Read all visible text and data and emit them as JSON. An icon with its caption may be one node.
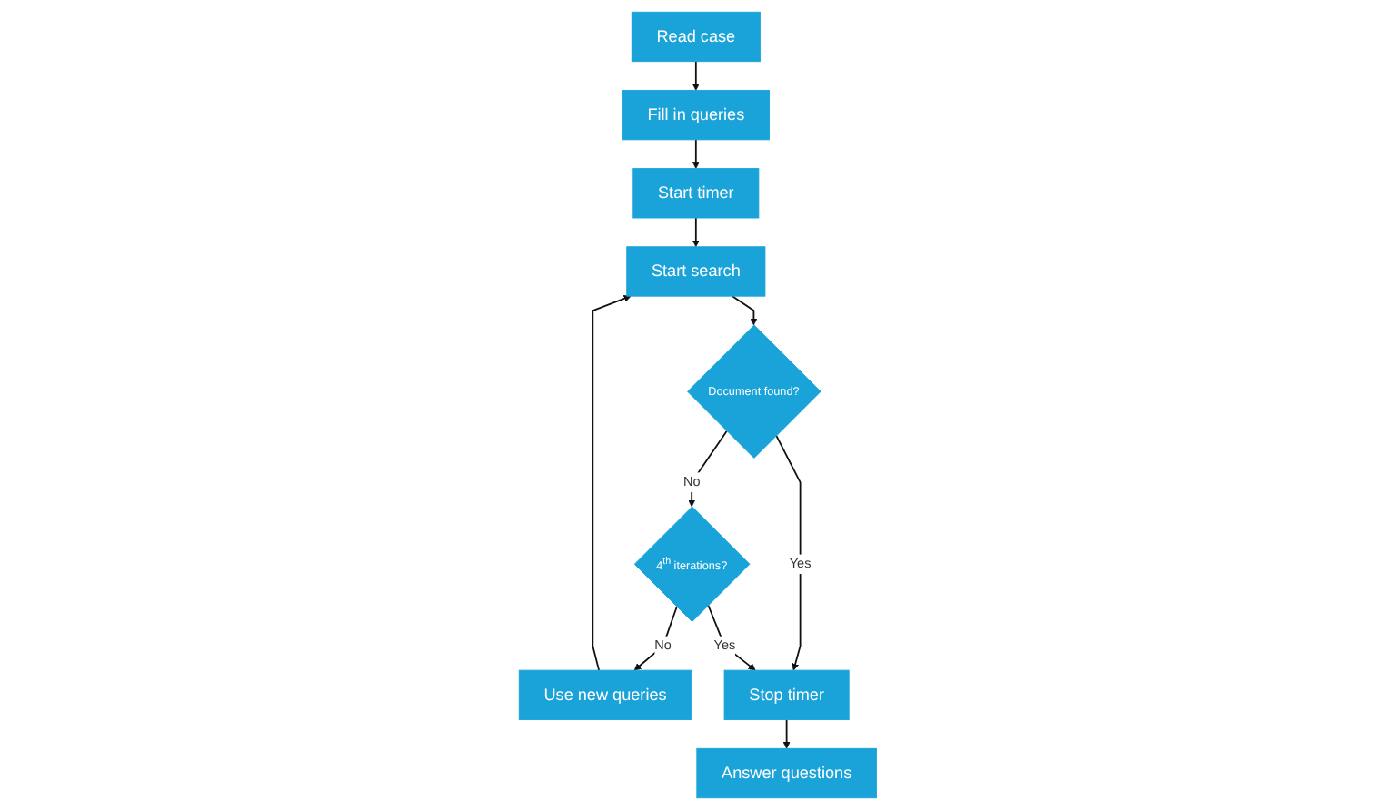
{
  "diagram": {
    "nodes": [
      {
        "text": [
          "Read case"
        ]
      },
      {
        "text": [
          "Fill in queries"
        ]
      },
      {
        "text": [
          "Start timer"
        ]
      },
      {
        "text": [
          "Start search"
        ]
      },
      {
        "text": [
          "Use new queries"
        ]
      },
      {
        "text": [
          "Document found?"
        ]
      },
      {
        "text": [
          "4$^{th}$ iterations?"
        ]
      },
      {
        "text": [
          "Stop timer"
        ]
      },
      {
        "text": [
          "Answer questions"
        ]
      }
    ],
    "edges": [
      {
        "from": 0,
        "to": 1,
        "arrow": "to"
      },
      {
        "from": 1,
        "to": 2,
        "arrow": "to"
      },
      {
        "from": 2,
        "to": 3,
        "arrow": "to"
      },
      {
        "from": 4,
        "to": 3,
        "arrow": "to"
      },
      {
        "from": 3,
        "to": 5,
        "arrow": "to"
      },
      {
        "from": 5,
        "to": 6,
        "arrow": "to",
        "label": "No"
      },
      {
        "from": 6,
        "to": 4,
        "arrow": "to",
        "label": "No"
      },
      {
        "from": 5,
        "to": 7,
        "arrow": "to",
        "label": "Yes"
      },
      {
        "from": 6,
        "to": 7,
        "arrow": "to",
        "label": "Yes"
      },
      {
        "from": 7,
        "to": 8,
        "arrow": "to"
      }
    ]
  }
}
